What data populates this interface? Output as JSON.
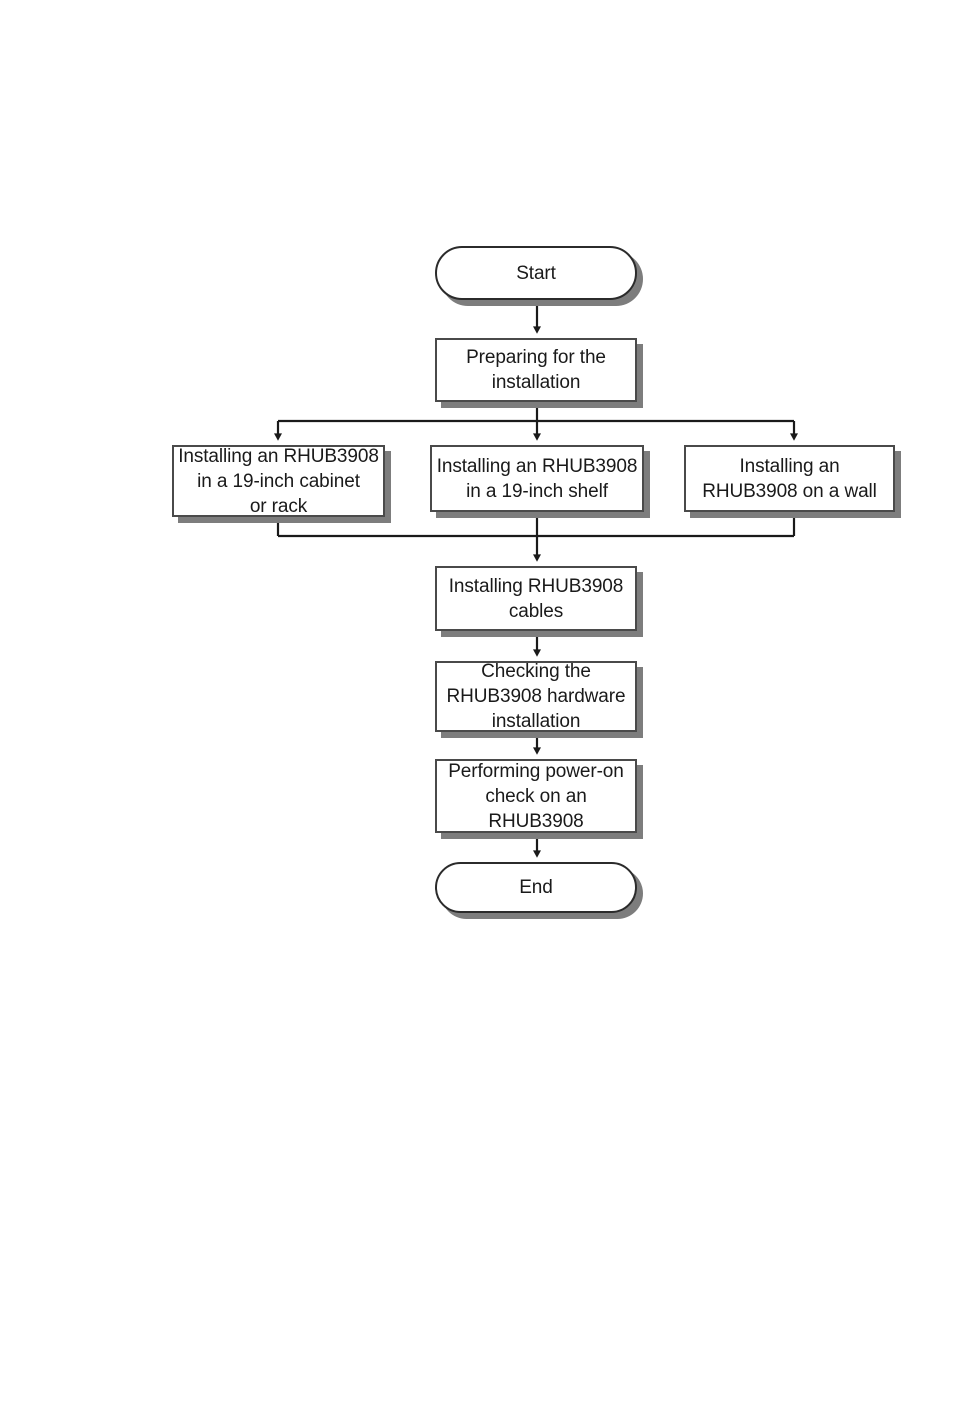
{
  "diagram": {
    "title": "RHUB3908 hardware installation flowchart",
    "type": "flowchart",
    "orientation": "top-to-bottom",
    "colors": {
      "node_fill": "#ffffff",
      "node_border": "#4a4a4a",
      "terminator_border": "#2b2b2b",
      "shadow": "#7d7d7d",
      "connector": "#1a1a1a",
      "text": "#1a1a1a",
      "background": "#ffffff"
    },
    "nodes": {
      "start": {
        "label": "Start",
        "shape": "terminator"
      },
      "prepare": {
        "label": "Preparing for the\ninstallation",
        "shape": "process"
      },
      "cabinet": {
        "label": "Installing an RHUB3908\nin a 19-inch cabinet\nor rack",
        "shape": "process"
      },
      "shelf": {
        "label": "Installing an RHUB3908\nin a 19-inch shelf",
        "shape": "process"
      },
      "wall": {
        "label": "Installing an\nRHUB3908 on a wall",
        "shape": "process"
      },
      "cables": {
        "label": "Installing RHUB3908\ncables",
        "shape": "process"
      },
      "check_hw": {
        "label": "Checking the\nRHUB3908 hardware\ninstallation",
        "shape": "process"
      },
      "power_on": {
        "label": "Performing power-on\ncheck on an\nRHUB3908",
        "shape": "process"
      },
      "end": {
        "label": "End",
        "shape": "terminator"
      }
    },
    "edges": [
      {
        "from": "start",
        "to": "prepare",
        "style": "straight-arrow"
      },
      {
        "from": "prepare",
        "to": "cabinet",
        "style": "branch-left-arrow"
      },
      {
        "from": "prepare",
        "to": "shelf",
        "style": "straight-arrow"
      },
      {
        "from": "prepare",
        "to": "wall",
        "style": "branch-right-arrow"
      },
      {
        "from": "cabinet",
        "to": "cables",
        "style": "merge-from-left"
      },
      {
        "from": "shelf",
        "to": "cables",
        "style": "straight-arrow"
      },
      {
        "from": "wall",
        "to": "cables",
        "style": "merge-from-right"
      },
      {
        "from": "cables",
        "to": "check_hw",
        "style": "straight-arrow"
      },
      {
        "from": "check_hw",
        "to": "power_on",
        "style": "straight-arrow"
      },
      {
        "from": "power_on",
        "to": "end",
        "style": "straight-arrow"
      }
    ]
  }
}
